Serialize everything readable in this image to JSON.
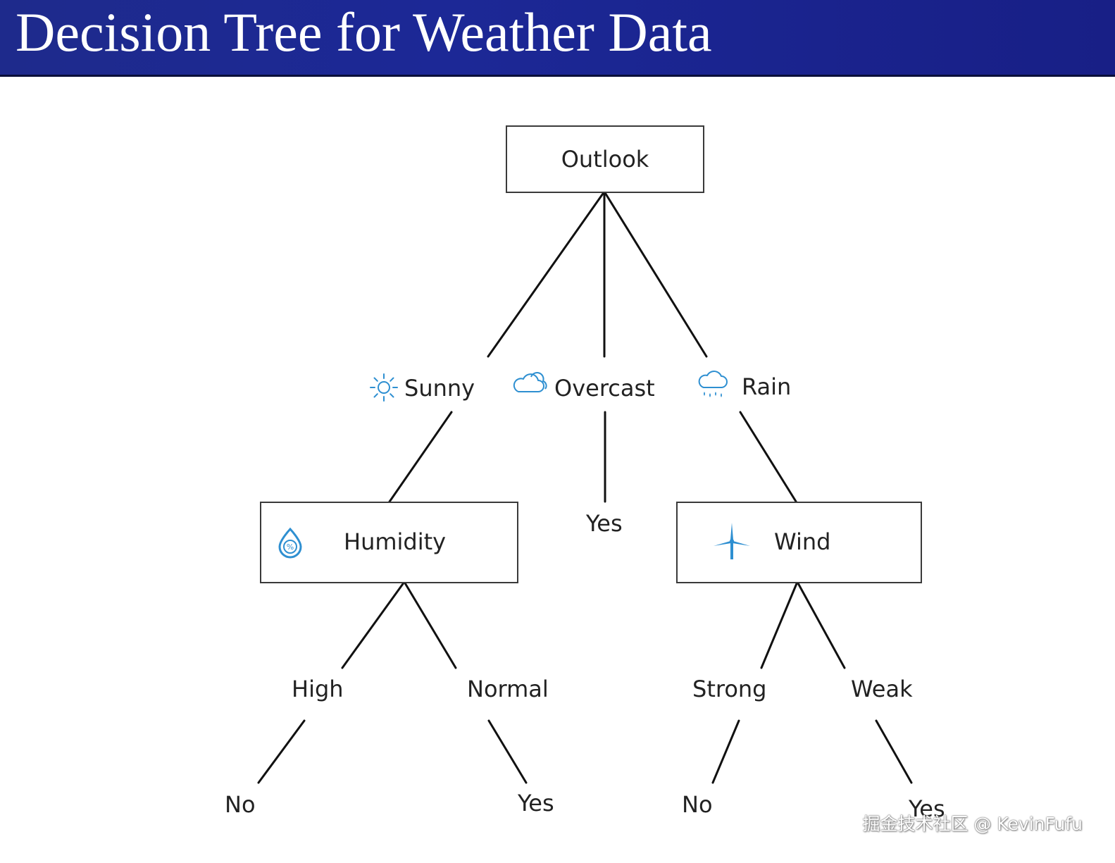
{
  "title": "Decision Tree for Weather Data",
  "colors": {
    "banner": "#1c2896",
    "icon_blue": "#2e8fd1",
    "line": "#111111"
  },
  "tree": {
    "root": "Outlook",
    "outlook_branches": {
      "sunny": "Sunny",
      "overcast": "Overcast",
      "rain": "Rain"
    },
    "overcast_leaf": "Yes",
    "humidity": {
      "label": "Humidity",
      "branches": {
        "high": "High",
        "normal": "Normal"
      },
      "leaves": {
        "high": "No",
        "normal": "Yes"
      }
    },
    "wind": {
      "label": "Wind",
      "branches": {
        "strong": "Strong",
        "weak": "Weak"
      },
      "leaves": {
        "strong": "No",
        "weak": "Yes"
      }
    }
  },
  "icons": {
    "sunny": "sun-icon",
    "overcast": "cloud-icon",
    "rain": "rain-cloud-icon",
    "humidity": "humidity-drop-icon",
    "wind": "wind-turbine-icon"
  },
  "watermark": "掘金技术社区 @ KevinFufu"
}
